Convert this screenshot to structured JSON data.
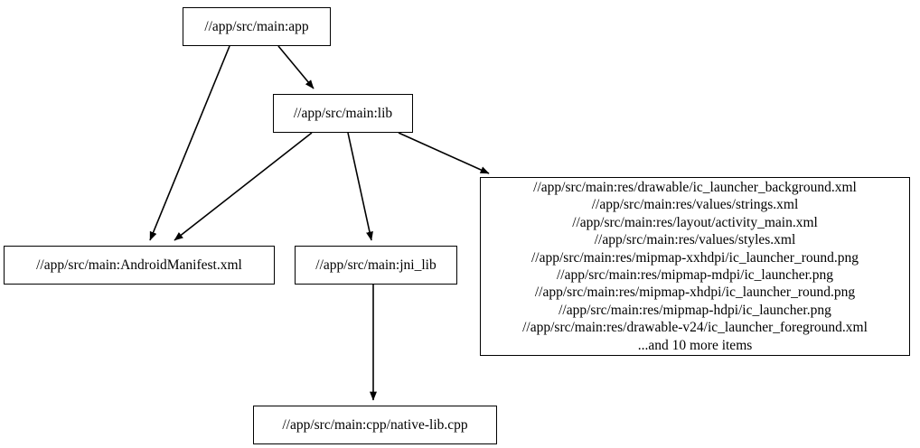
{
  "graph": {
    "type": "directed-dependency-graph",
    "nodes": [
      {
        "id": "app",
        "label": "//app/src/main:app",
        "shape": "box"
      },
      {
        "id": "lib",
        "label": "//app/src/main:lib",
        "shape": "box"
      },
      {
        "id": "manifest",
        "label": "//app/src/main:AndroidManifest.xml",
        "shape": "box"
      },
      {
        "id": "jni",
        "label": "//app/src/main:jni_lib",
        "shape": "box"
      },
      {
        "id": "res",
        "shape": "box",
        "label": "//app/src/main:res/drawable/ic_launcher_background.xml\n//app/src/main:res/values/strings.xml\n//app/src/main:res/layout/activity_main.xml\n//app/src/main:res/values/styles.xml\n//app/src/main:res/mipmap-xxhdpi/ic_launcher_round.png\n//app/src/main:res/mipmap-mdpi/ic_launcher.png\n//app/src/main:res/mipmap-xhdpi/ic_launcher_round.png\n//app/src/main:res/mipmap-hdpi/ic_launcher.png\n//app/src/main:res/drawable-v24/ic_launcher_foreground.xml\n...and 10 more items",
        "lines": [
          "//app/src/main:res/drawable/ic_launcher_background.xml",
          "//app/src/main:res/values/strings.xml",
          "//app/src/main:res/layout/activity_main.xml",
          "//app/src/main:res/values/styles.xml",
          "//app/src/main:res/mipmap-xxhdpi/ic_launcher_round.png",
          "//app/src/main:res/mipmap-mdpi/ic_launcher.png",
          "//app/src/main:res/mipmap-xhdpi/ic_launcher_round.png",
          "//app/src/main:res/mipmap-hdpi/ic_launcher.png",
          "//app/src/main:res/drawable-v24/ic_launcher_foreground.xml",
          "...and 10 more items"
        ]
      },
      {
        "id": "nativelib",
        "label": "//app/src/main:cpp/native-lib.cpp",
        "shape": "box"
      }
    ],
    "edges": [
      {
        "from": "app",
        "to": "manifest"
      },
      {
        "from": "app",
        "to": "lib"
      },
      {
        "from": "lib",
        "to": "manifest"
      },
      {
        "from": "lib",
        "to": "jni"
      },
      {
        "from": "lib",
        "to": "res"
      },
      {
        "from": "jni",
        "to": "nativelib"
      }
    ],
    "colors": {
      "stroke": "#000000",
      "background": "#ffffff",
      "text": "#000000"
    }
  }
}
